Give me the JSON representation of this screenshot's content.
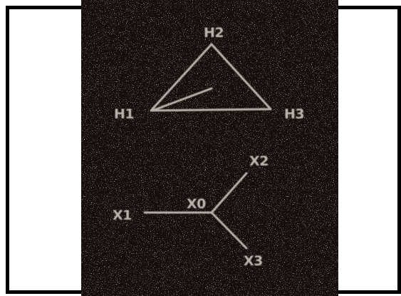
{
  "image": {
    "subject": "engraved-vector-group-diagram-plate",
    "background_color": "#0f0d0b",
    "frame_color": "#000000",
    "marking_color": "#b5b2aa"
  },
  "high_voltage": {
    "labels": [
      "H1",
      "H2",
      "H3"
    ]
  },
  "low_voltage": {
    "labels": [
      "X0",
      "X1",
      "X2",
      "X3"
    ]
  }
}
